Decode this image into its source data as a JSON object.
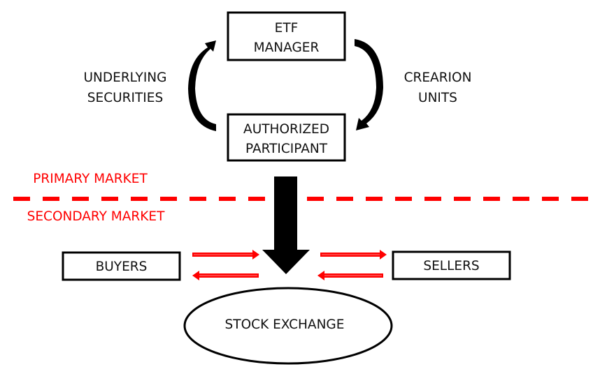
{
  "colors": {
    "stroke": "#000000",
    "accent_red": "#ff0000",
    "background": "#ffffff"
  },
  "nodes": {
    "etf_manager": {
      "line1": "ETF",
      "line2": "MANAGER"
    },
    "authorized_participant": {
      "line1": "AUTHORIZED",
      "line2": "PARTICIPANT"
    },
    "buyers": {
      "label": "BUYERS"
    },
    "sellers": {
      "label": "SELLERS"
    },
    "stock_exchange": {
      "label": "STOCK EXCHANGE"
    }
  },
  "edge_labels": {
    "underlying_securities": {
      "line1": "UNDERLYING",
      "line2": "SECURITIES"
    },
    "creation_units": {
      "line1": "CREARION",
      "line2": "UNITS"
    }
  },
  "market_divider": {
    "primary_label": "PRIMARY MARKET",
    "secondary_label": "SECONDARY MARKET"
  }
}
